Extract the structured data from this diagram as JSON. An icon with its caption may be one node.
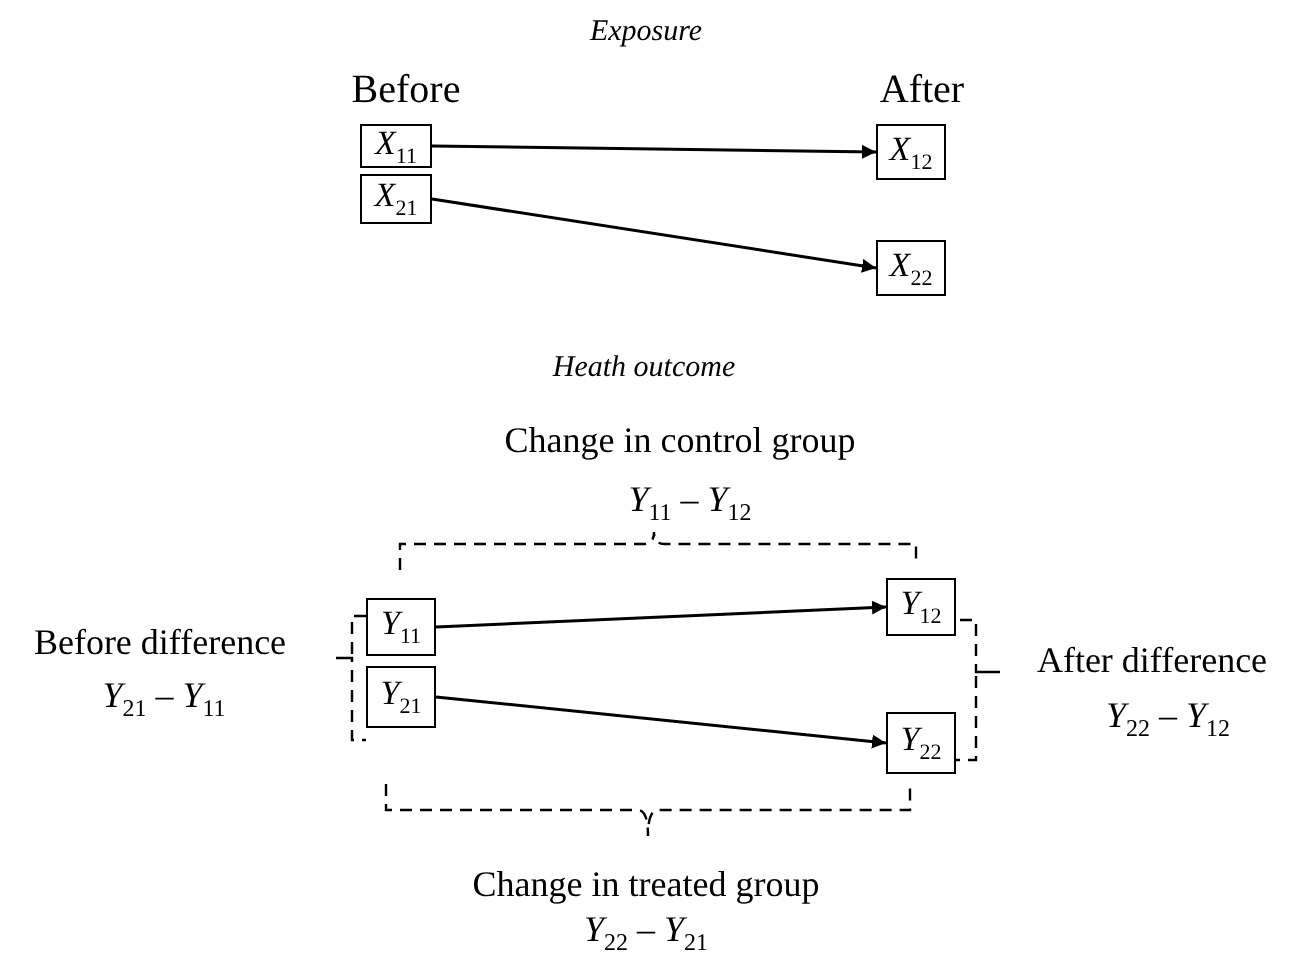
{
  "diagram": {
    "nodes": [
      {
        "text": [
          "*X*$_{11}$"
        ]
      },
      {
        "text": [
          "*X*$_{21}$"
        ]
      },
      {
        "text": [
          "*X*$_{12}$"
        ]
      },
      {
        "text": [
          "*X*$_{22}$"
        ]
      },
      {
        "text": [
          "*Y*$_{11}$"
        ]
      },
      {
        "text": [
          "*Y*$_{21}$"
        ]
      },
      {
        "text": [
          "*Y*$_{12}$"
        ]
      },
      {
        "text": [
          "*Y*$_{22}$"
        ]
      }
    ],
    "edges": [
      {
        "from": 0,
        "to": 2,
        "arrow": "to"
      },
      {
        "from": 1,
        "to": 3,
        "arrow": "to"
      },
      {
        "from": 4,
        "to": 6,
        "arrow": "to"
      },
      {
        "from": 5,
        "to": 7,
        "arrow": "to"
      }
    ],
    "labels": [
      "*Exposure*",
      "Before",
      "After",
      "*Heath outcome*",
      "Change in control group",
      "*Y*$_{11}$ – *Y*$_{12}$",
      "Before difference",
      "*Y*$_{21}$ – *Y*$_{11}$",
      "After difference",
      "*Y*$_{22}$ – *Y*$_{12}$",
      "Change in treated group",
      "*Y*$_{22}$ – *Y*$_{21}$"
    ]
  }
}
